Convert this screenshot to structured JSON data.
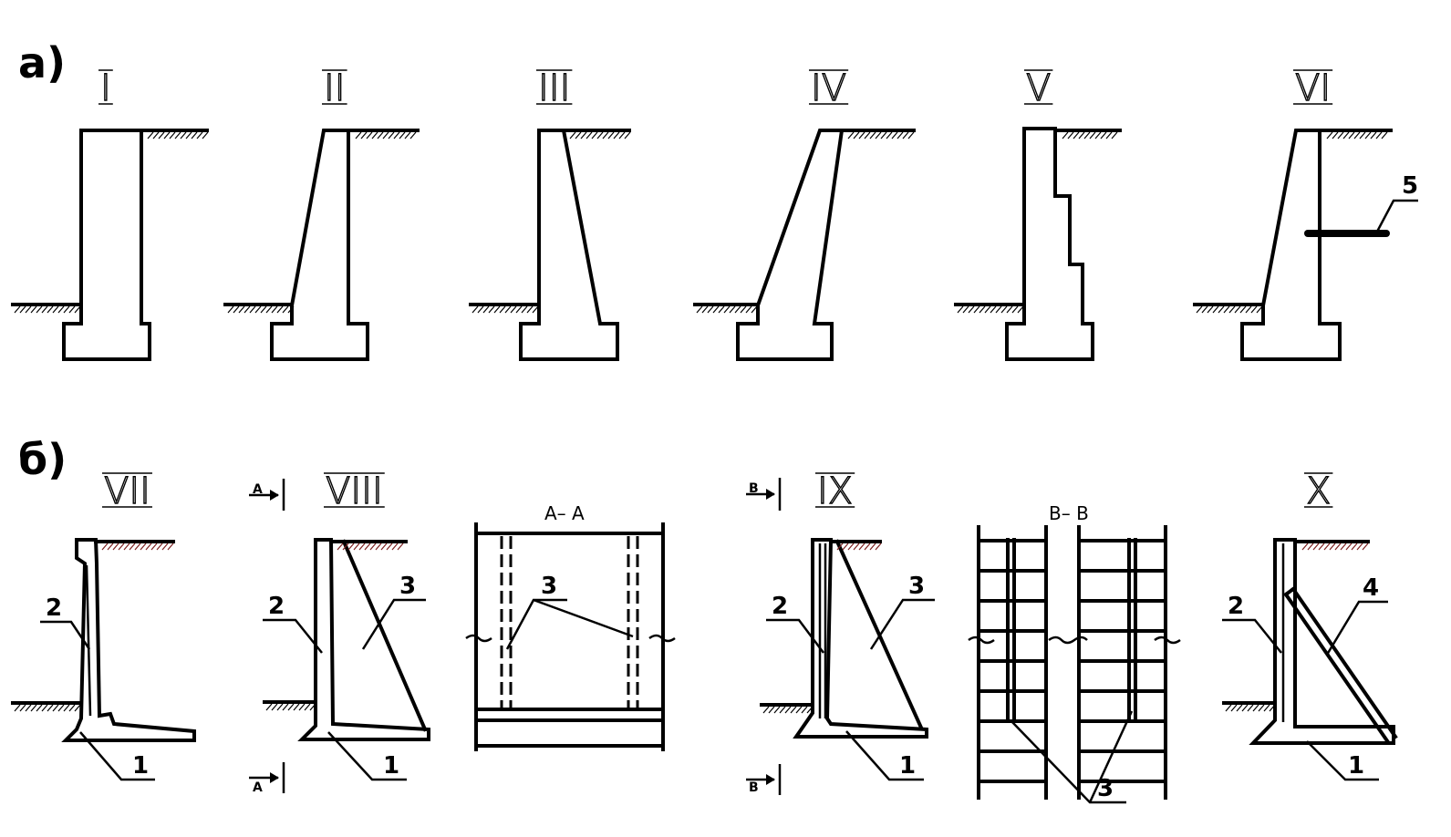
{
  "panels": {
    "a": "а)",
    "b": "б)"
  },
  "walls": {
    "I": "I",
    "II": "II",
    "III": "III",
    "IV": "IV",
    "V": "V",
    "VI": "VI",
    "VII": "VII",
    "VIII": "VIII",
    "IX": "IX",
    "X": "X"
  },
  "sections": {
    "aa": "A– A",
    "bb": "B– B"
  },
  "cut_marks": {
    "a": "А",
    "b": "В"
  },
  "callouts": {
    "n1": "1",
    "n2": "2",
    "n3": "3",
    "n4": "4",
    "n5": "5"
  }
}
